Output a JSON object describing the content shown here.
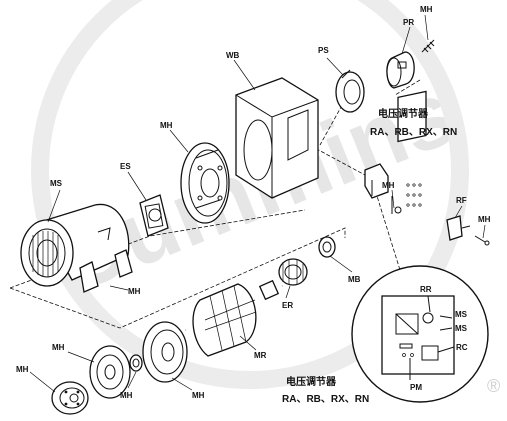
{
  "watermark": "Cummins",
  "registered_mark": "®",
  "labels": {
    "MH_top_right": "MH",
    "PR": "PR",
    "PS": "PS",
    "WB": "WB",
    "MH_flange": "MH",
    "ES": "ES",
    "MS": "MS",
    "MH_frame": "MH",
    "MH_bracket": "MH",
    "RF": "RF",
    "MH_rf": "MH",
    "MB": "MB",
    "ER": "ER",
    "MR": "MR",
    "MH_left_mid": "MH",
    "MH_left_low": "MH",
    "MH_bottom_a": "MH",
    "MH_bottom_b": "MH",
    "RR": "RR",
    "MS_inset_1": "MS",
    "MS_inset_2": "MS",
    "RC": "RC",
    "PM": "PM"
  },
  "regulator_callout_top": {
    "title": "电压调节器",
    "models": "RA、RB、RX、RN"
  },
  "regulator_callout_bottom": {
    "title": "电压调节器",
    "models": "RA、RB、RX、RN"
  }
}
